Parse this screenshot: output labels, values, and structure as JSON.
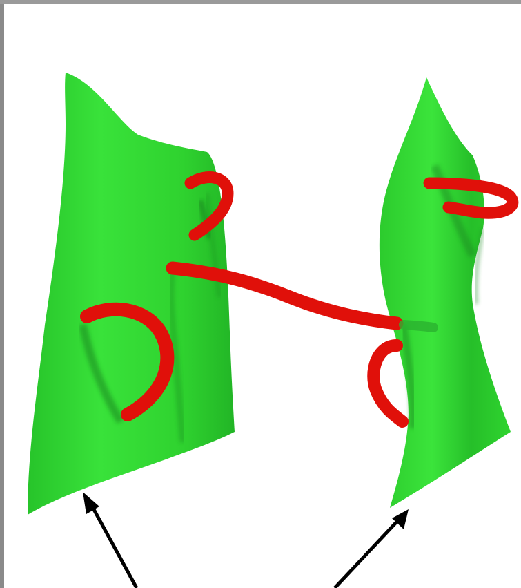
{
  "colors": {
    "frame": "#8a8a8a",
    "canvas": "#ffffff",
    "sheet": "#2fdb2f",
    "sheet_shadow": "#1f9a24",
    "string": "#e0100a",
    "arrow": "#000000"
  },
  "diagram": {
    "sheets": [
      {
        "id": "left-sheet"
      },
      {
        "id": "right-sheet"
      }
    ],
    "strings": [
      {
        "id": "left-top-loop",
        "on": "left-sheet"
      },
      {
        "id": "left-bottom-loop",
        "on": "left-sheet"
      },
      {
        "id": "connecting-string",
        "from": "left-sheet",
        "to": "right-sheet"
      },
      {
        "id": "right-top-loop",
        "on": "right-sheet"
      },
      {
        "id": "right-bottom-loop",
        "on": "right-sheet"
      }
    ],
    "arrows": [
      {
        "id": "left-arrow",
        "points_to": "left-sheet"
      },
      {
        "id": "right-arrow",
        "points_to": "right-sheet"
      }
    ]
  }
}
